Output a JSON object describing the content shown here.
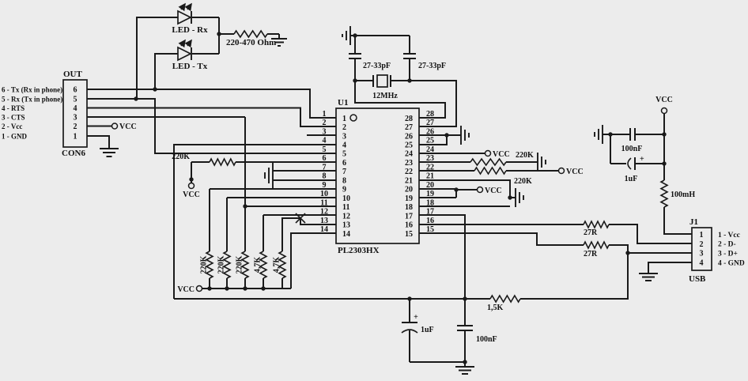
{
  "colors": {
    "background": "#ececec",
    "line": "#1a1a1a",
    "text": "#111111"
  },
  "con6": {
    "header": "OUT",
    "name": "CON6",
    "pins": [
      "6",
      "5",
      "4",
      "3",
      "2",
      "1"
    ],
    "signals": [
      "6 - Tx (Rx in phone)",
      "5 - Rx (Tx in phone)",
      "4 - RTS",
      "3 - CTS",
      "2 - Vcc",
      "1 - GND"
    ],
    "vcc": "VCC"
  },
  "leds": {
    "rx": "LED - Rx",
    "tx": "LED - Tx",
    "resistor": "220-470 Ohm"
  },
  "crystal": {
    "cap_left": "27-33pF",
    "cap_right": "27-33pF",
    "freq": "12MHz"
  },
  "u1": {
    "ref": "U1",
    "part": "PL2303HX",
    "left_pins": [
      "1",
      "2",
      "3",
      "4",
      "5",
      "6",
      "7",
      "8",
      "9",
      "10",
      "11",
      "12",
      "13",
      "14"
    ],
    "right_pins": [
      "28",
      "27",
      "26",
      "25",
      "24",
      "23",
      "22",
      "21",
      "20",
      "19",
      "18",
      "17",
      "16",
      "15"
    ]
  },
  "pull_network": {
    "r_pin6": "220K",
    "r_pin6_vcc": "VCC",
    "rail_vcc": "VCC",
    "columns": [
      "220K",
      "220K",
      "220K",
      "4,7K",
      "4,7K"
    ]
  },
  "right_pulls": {
    "pin24_vcc": "VCC",
    "r_pin23": "220K",
    "r_pin22": "220K",
    "pin22_vcc": "VCC",
    "pin19_vcc": "VCC"
  },
  "usb_path": {
    "r_dminus": "27R",
    "r_dplus": "27R",
    "r_pullup": "1,5K",
    "cap_1uf": "1uF",
    "cap_1uf_plus": "+",
    "cap_100nf": "100nF"
  },
  "power": {
    "vcc": "VCC",
    "cap_100nf": "100nF",
    "cap_1uf": "1uF",
    "cap_1uf_plus": "+",
    "inductor": "100mH"
  },
  "usb": {
    "ref": "J1",
    "name": "USB",
    "pins": [
      "1",
      "2",
      "3",
      "4"
    ],
    "signals": [
      "1 - Vcc",
      "2 - D-",
      "3 - D+",
      "4 - GND"
    ]
  }
}
